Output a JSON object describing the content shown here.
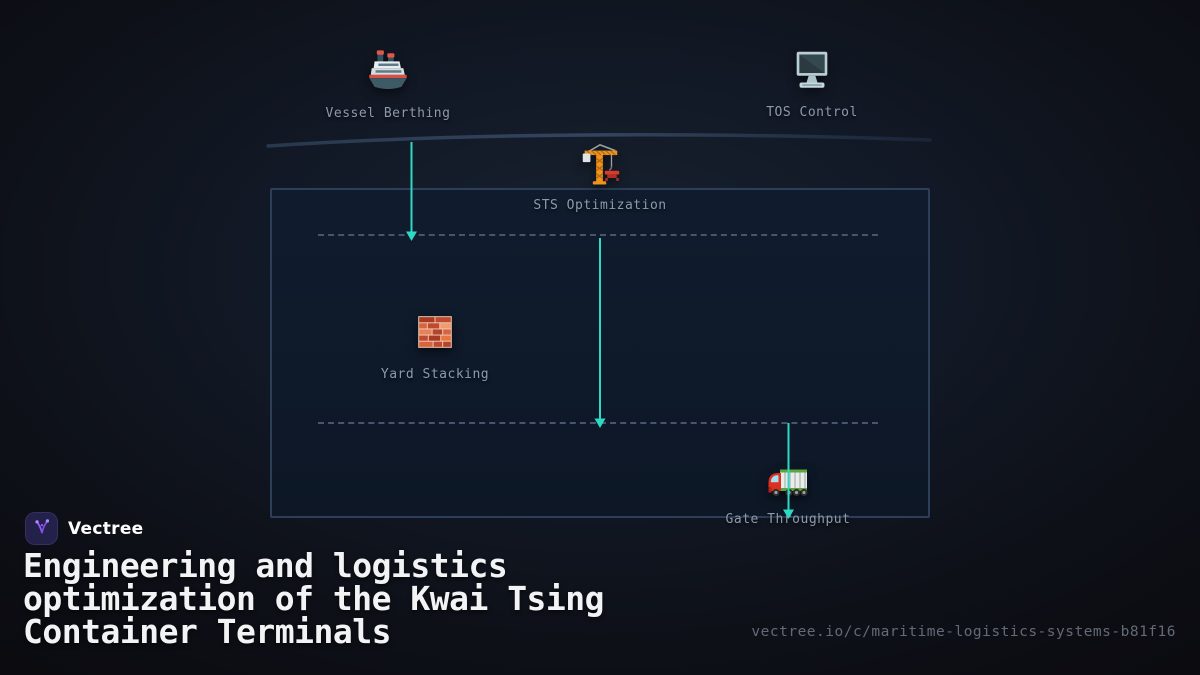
{
  "brand": {
    "name": "Vectree",
    "logo_icon": "vectree-logo-icon"
  },
  "title": "Engineering and logistics\noptimization of the Kwai Tsing\nContainer Terminals",
  "footer_url": "vectree.io/c/maritime-logistics-systems-b81f16",
  "diagram": {
    "nodes": [
      {
        "id": "vessel-berthing",
        "label": "Vessel Berthing",
        "icon": "ship-icon"
      },
      {
        "id": "tos-control",
        "label": "TOS Control",
        "icon": "monitor-icon"
      },
      {
        "id": "sts-optimization",
        "label": "STS Optimization",
        "icon": "crane-icon"
      },
      {
        "id": "yard-stacking",
        "label": "Yard Stacking",
        "icon": "brick-wall-icon"
      },
      {
        "id": "gate-throughput",
        "label": "Gate Throughput",
        "icon": "truck-icon"
      }
    ],
    "edges": [
      {
        "from": "vessel-berthing",
        "to": "sts-optimization-lane",
        "direction": "down"
      },
      {
        "from": "sts-optimization",
        "to": "yard-stacking-lane",
        "direction": "down"
      },
      {
        "from": "yard-stacking-lane",
        "to": "gate-throughput",
        "direction": "down"
      }
    ],
    "lane_separators": 2
  },
  "colors": {
    "arrow": "#2ed9c3",
    "lane_dash": "#46566e",
    "panel_border": "#2c3e58",
    "panel_fill": "#0e1827",
    "background": "#0c0c12",
    "label": "#8d9aab",
    "title": "#f2f3f5",
    "url": "#626a76",
    "brand_accent": "#8b5cf6"
  }
}
